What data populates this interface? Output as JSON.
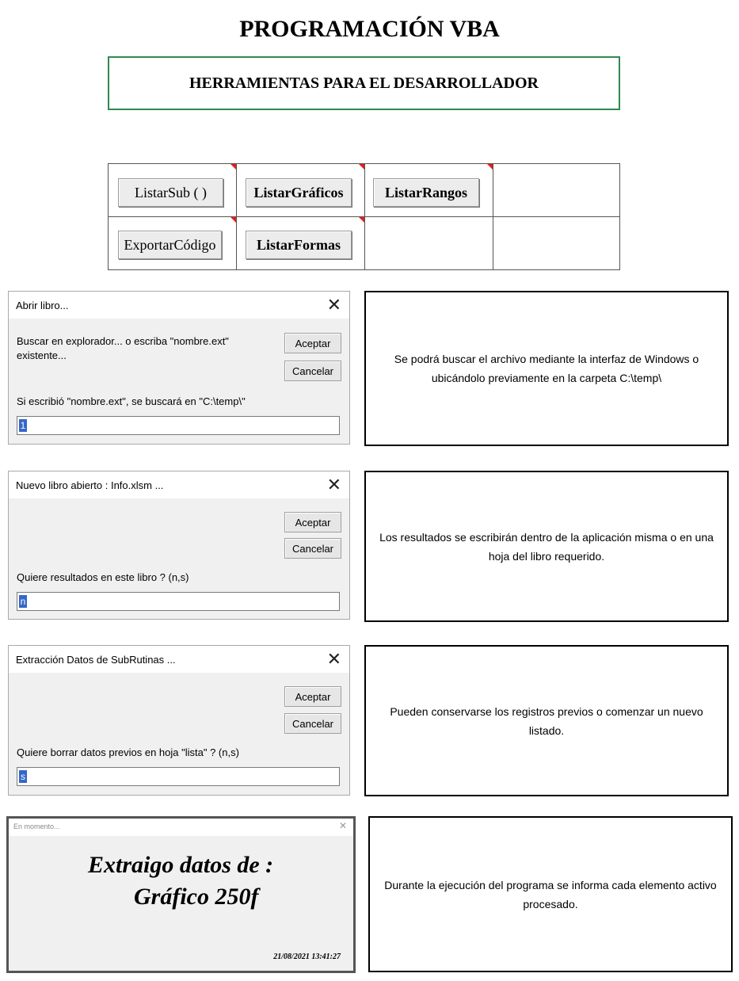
{
  "header": {
    "title": "PROGRAMACIÓN VBA",
    "subtitle": "HERRAMIENTAS PARA EL DESARROLLADOR"
  },
  "buttons": {
    "listar_sub": "ListarSub ( )",
    "listar_graficos": "ListarGráficos",
    "listar_rangos": "ListarRangos",
    "exportar_codigo": "ExportarCódigo",
    "listar_formas": "ListarFormas"
  },
  "dialogs": [
    {
      "title": "Abrir libro...",
      "message": "Buscar en explorador... o escriba \"nombre.ext\" existente...",
      "prompt": "Si escribió \"nombre.ext\", se buscará en \"C:\\temp\\\"",
      "input_value": "1",
      "ok_label": "Aceptar",
      "cancel_label": "Cancelar",
      "close_glyph": "✕"
    },
    {
      "title": "Nuevo libro abierto : Info.xlsm ...",
      "message": "",
      "prompt": "Quiere resultados en este libro ? (n,s)",
      "input_value": "n",
      "ok_label": "Aceptar",
      "cancel_label": "Cancelar",
      "close_glyph": "✕"
    },
    {
      "title": "Extracción Datos de SubRutinas ...",
      "message": "",
      "prompt": "Quiere borrar datos previos en hoja \"lista\" ? (n,s)",
      "input_value": "s",
      "ok_label": "Aceptar",
      "cancel_label": "Cancelar",
      "close_glyph": "✕"
    }
  ],
  "descriptions": [
    "Se podrá buscar el archivo mediante la interfaz de Windows o ubicándolo previamente en la carpeta C:\\temp\\",
    "Los resultados se escribirán dentro de la aplicación misma o en una hoja del libro requerido.",
    "Pueden conservarse los registros previos o comenzar un nuevo listado.",
    "Durante la ejecución del programa se informa cada elemento activo procesado."
  ],
  "progress": {
    "title": "En momento...",
    "close_glyph": "✕",
    "line1": "Extraigo datos de :",
    "line2": "Gráfico 250f",
    "datetime": "21/08/2021 13:41:27"
  }
}
